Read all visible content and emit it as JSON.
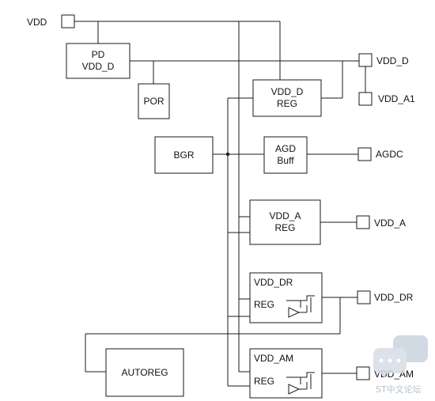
{
  "pins": {
    "vdd": "VDD",
    "vdd_d": "VDD_D",
    "vdd_a1": "VDD_A1",
    "agdc": "AGDC",
    "vdd_a": "VDD_A",
    "vdd_dr": "VDD_DR",
    "vdd_am": "VDD_AM"
  },
  "blocks": {
    "pd_line1": "PD",
    "pd_line2": "VDD_D",
    "por": "POR",
    "vdd_d_reg_line1": "VDD_D",
    "vdd_d_reg_line2": "REG",
    "bgr": "BGR",
    "agd_line1": "AGD",
    "agd_line2": "Buff",
    "vdd_a_reg_line1": "VDD_A",
    "vdd_a_reg_line2": "REG",
    "vdd_dr_title": "VDD_DR",
    "vdd_dr_reg": "REG",
    "autoreg": "AUTOREG",
    "vdd_am_title": "VDD_AM",
    "vdd_am_reg": "REG"
  },
  "watermark": "ST中文论坛",
  "colors": {
    "line": "#1a1a1a",
    "watermark": "#a9b6c4"
  }
}
